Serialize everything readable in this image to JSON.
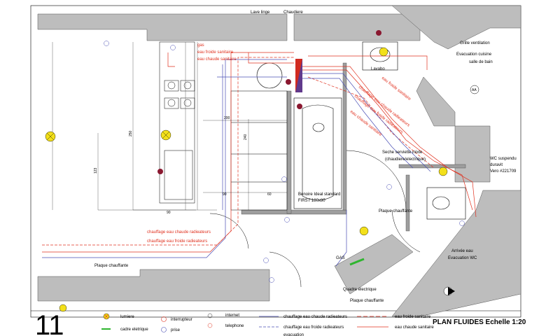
{
  "sheet_number": "11",
  "title": "PLAN FLUIDES Echelle 1:20",
  "labels": {
    "lave_linge": "Lave linge",
    "chaudiere": "Chaudiere",
    "lavabo": "Lavabo",
    "grille": "Grille ventilation",
    "evac_cuisine_1": "Evacuation cuisine",
    "evac_cuisine_2": "salle de bain",
    "seche_1": "Seche serviette mixte",
    "seche_2": "(chaudiere/electrique)",
    "baignoire_1": "Benoire Ideal standard",
    "baignoire_2": "FIRST 180x80",
    "wc_1": "WC suspendu",
    "wc_2": "duravit",
    "wc_3": "Vero #221709",
    "plaque_right": "Plaque chauffante",
    "plaque_left": "Plaque chauffante",
    "plaque_bottom": "Plaque chauffante",
    "arrivee_1": "Arrivée eau",
    "arrivee_2": "Evacuation WC",
    "gas_small": "GAS",
    "quadre": "Quadre électrique",
    "section_mark": "AA"
  },
  "pipe_labels": {
    "gas": "gas",
    "efs": "eau froide sanitaire",
    "ecs": "eau chaude sanitaire",
    "chr": "chauffage eau chaude radieateurs",
    "cfr": "chauffage eau froide radieateurs",
    "diag_1": "chauffage eau chaude radieateurs",
    "diag_2": "chauffage eau froide radieateurs",
    "diag_3": "eau froide sanitaire",
    "diag_4": "eau chaude sanitaire"
  },
  "dimensions": {
    "d250": "250",
    "d240": "240",
    "d200": "200",
    "d123": "123",
    "d90a": "90",
    "d60": "60",
    "d90b": "90"
  },
  "legend": {
    "lumiere": "lumiere",
    "interrupteur": "interrupteur",
    "internet": "internet",
    "telephone": "telephone",
    "cadre": "cadre eletrique",
    "prise": "prise",
    "chr": "chauffage eau chaude radieateurs",
    "cfr": "chauffage eau froide radieateurs",
    "efs": "eau froide sanitaire",
    "ecs": "eau chaude sanitaire",
    "evac": "evacuation"
  },
  "colors": {
    "red": "#e0301e",
    "blue": "#4a4fb5",
    "wall": "#bdbdbd",
    "yellow": "#f3e01a",
    "green": "#2fb52f"
  }
}
